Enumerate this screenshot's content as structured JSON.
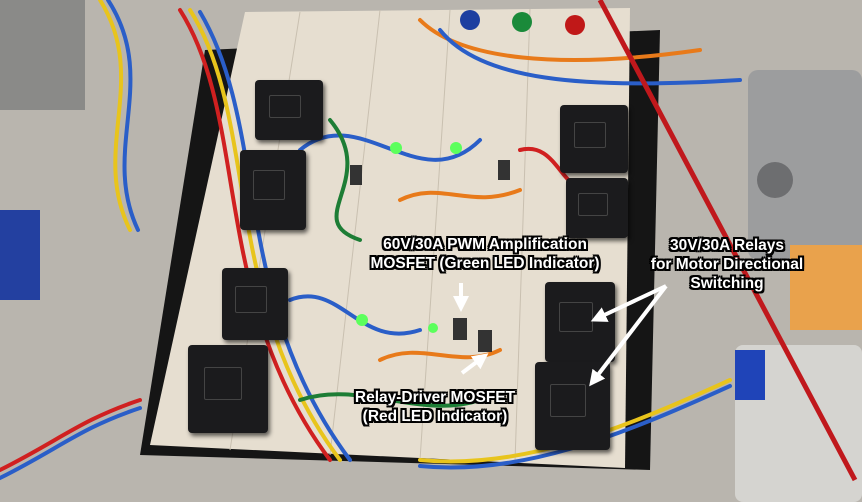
{
  "annotations": {
    "pwm_mosfet": {
      "lines": [
        "60V/30A PWM Amplification",
        "MOSFET (Green LED Indicator)"
      ]
    },
    "relays": {
      "lines": [
        "30V/30A Relays",
        "for Motor Directional",
        "Switching"
      ]
    },
    "relay_driver": {
      "lines": [
        "Relay-Driver MOSFET",
        "(Red LED Indicator)"
      ]
    }
  },
  "colors": {
    "annotation_text": "#ffffff",
    "annotation_outline": "#000000",
    "arrow": "#ffffff",
    "breadboard": "#e6ded0",
    "board": "#151515",
    "led_green": "#5cff5c"
  }
}
